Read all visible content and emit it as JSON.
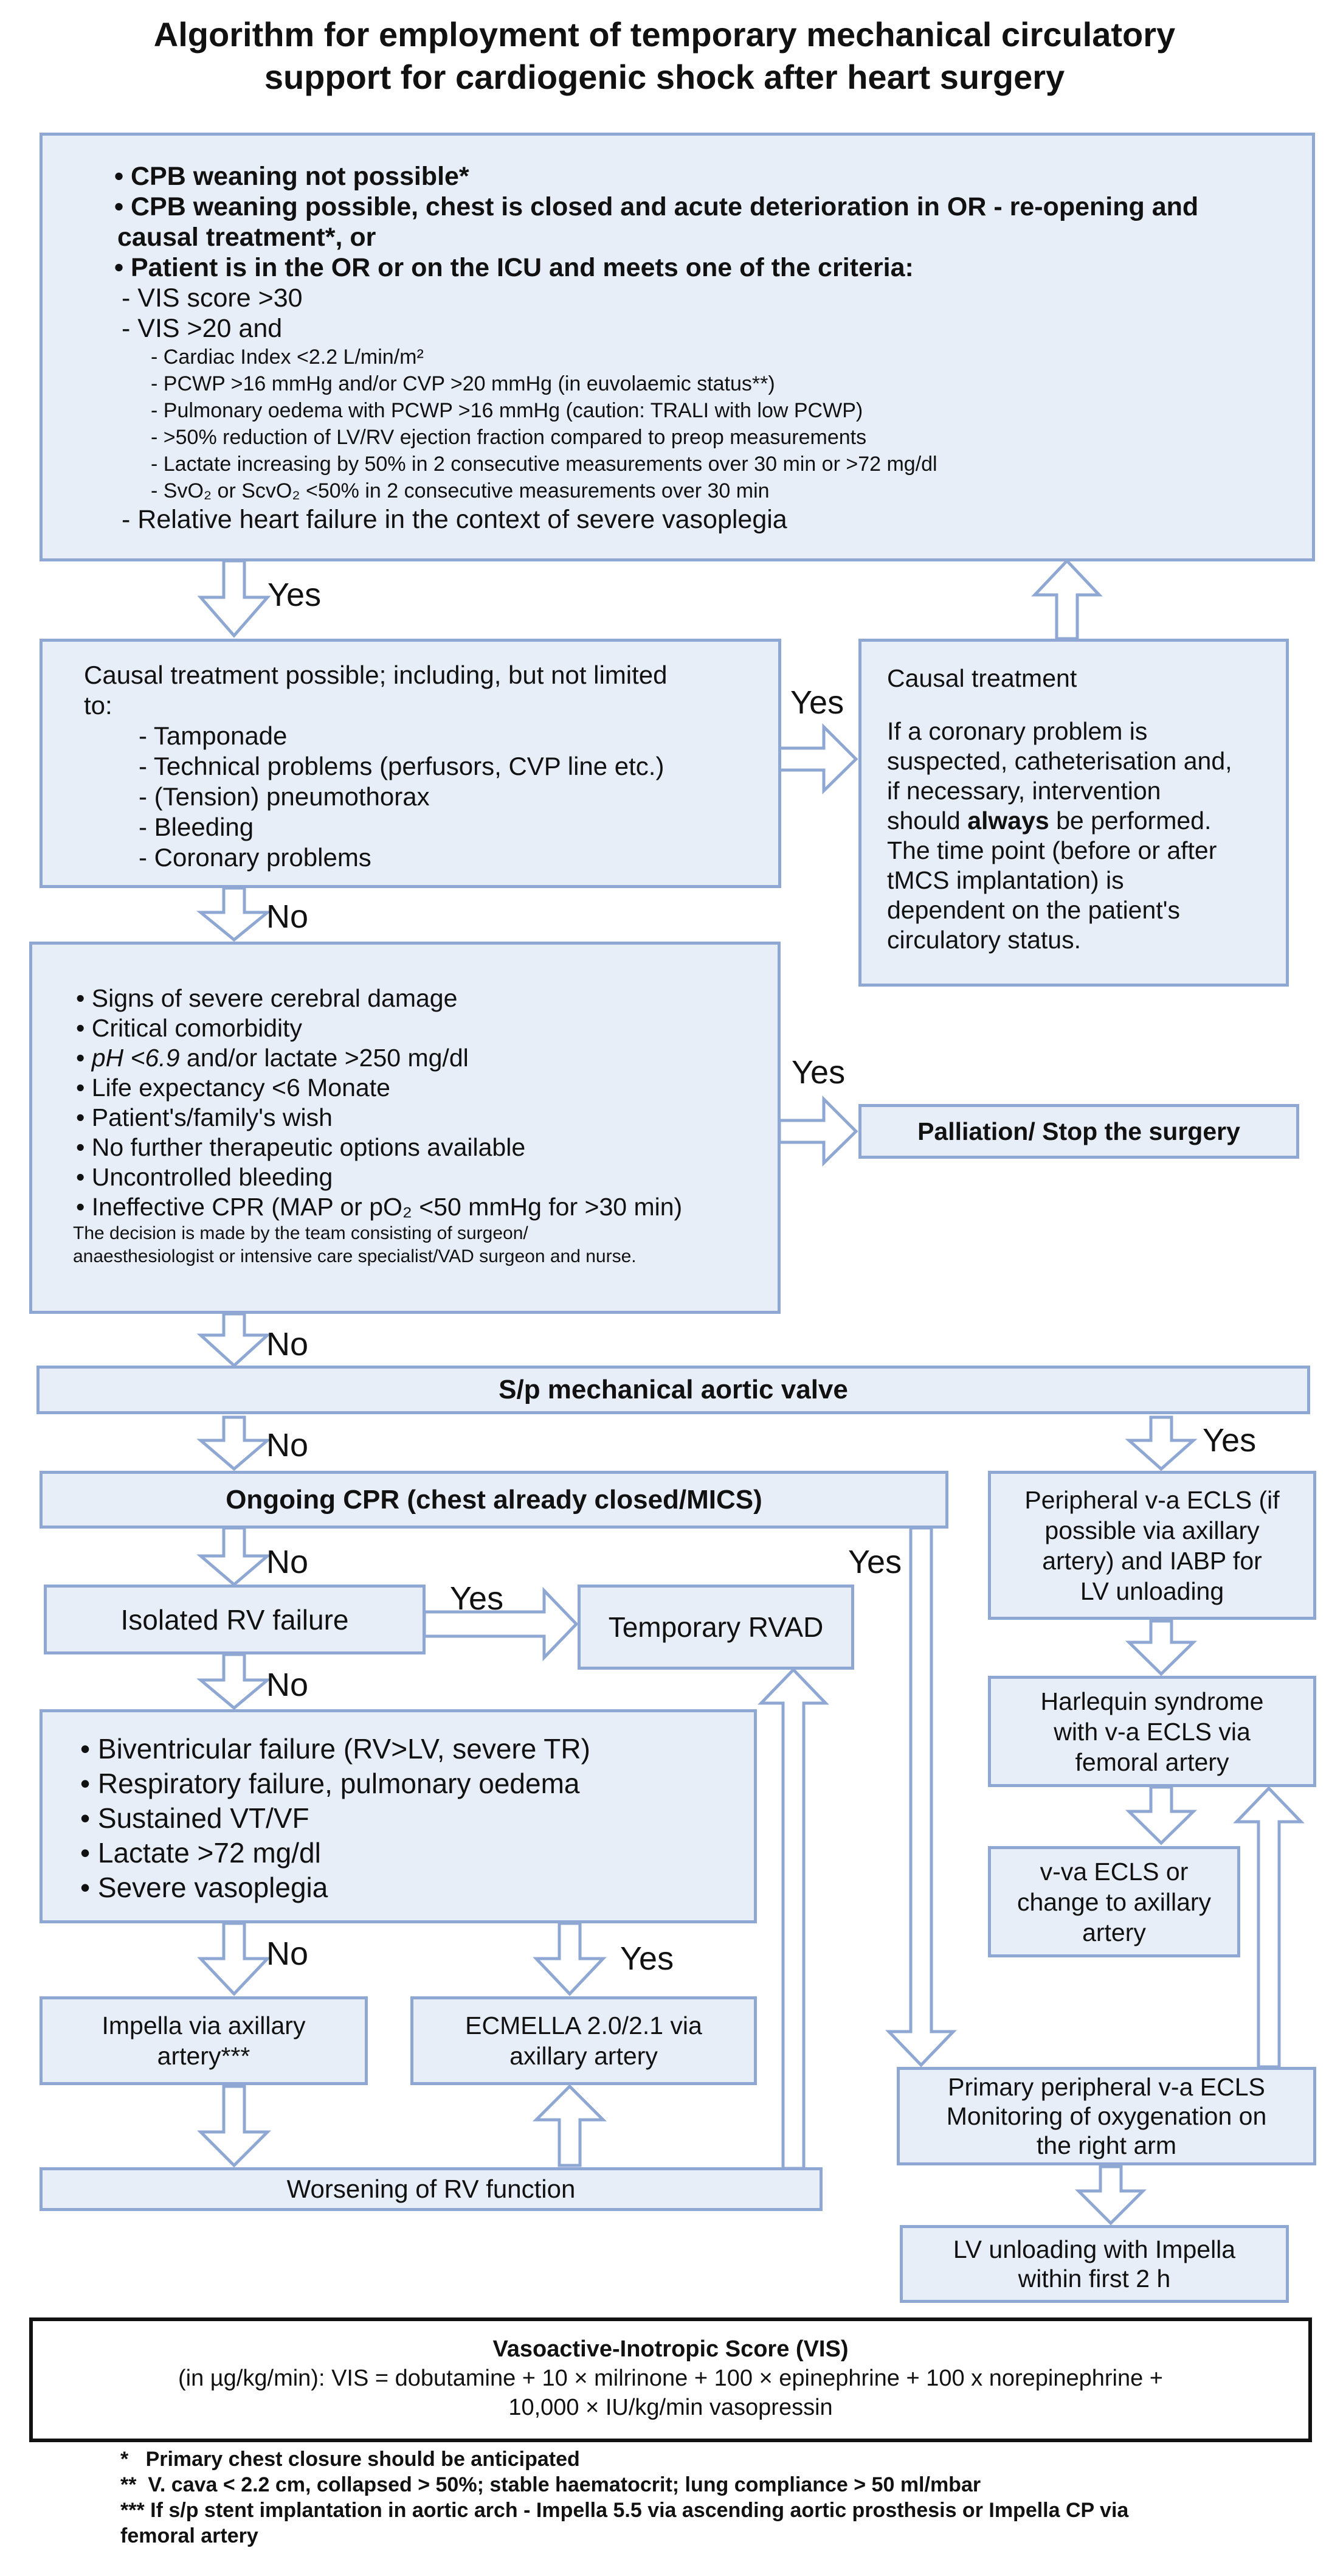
{
  "title": {
    "line1": "Algorithm for employment of temporary mechanical circulatory",
    "line2": "support for cardiogenic shock after heart surgery"
  },
  "criteria": {
    "b1": "• CPB weaning not possible*",
    "b2": "• CPB weaning possible, chest is closed and acute deterioration in OR - re-opening and",
    "b2b": "causal treatment*, or",
    "b3": "• Patient is in the OR or on the ICU and meets one of the criteria:",
    "vis30": "- VIS score >30",
    "vis20": "- VIS >20 and",
    "s1": "- Cardiac Index <2.2 L/min/m²",
    "s2": "- PCWP >16 mmHg and/or CVP >20 mmHg (in euvolaemic status**)",
    "s3": "- Pulmonary oedema with PCWP >16 mmHg (caution: TRALI with low PCWP)",
    "s4": "- >50% reduction  of LV/RV ejection fraction compared to preop measurements",
    "s5": "- Lactate increasing by 50% in 2 consecutive measurements over 30 min or >72 mg/dl",
    "s6": "- SvO₂ or ScvO₂ <50% in 2 consecutive measurements over 30 min",
    "rel": "- Relative heart failure in the context of severe vasoplegia"
  },
  "causal": {
    "l1": "Causal treatment possible; including, but not limited",
    "l2": "to:",
    "items": [
      "- Tamponade",
      "- Technical problems (perfusors, CVP line etc.)",
      "- (Tension) pneumothorax",
      "- Bleeding",
      "- Coronary problems"
    ]
  },
  "causal_treatment": {
    "heading": "Causal treatment",
    "lines": [
      "If a coronary problem is",
      "suspected, catheterisation and,",
      "if necessary, intervention"
    ],
    "should": "should ",
    "always": "always",
    "be_performed": " be performed.",
    "lines2": [
      "The time point (before or after",
      "tMCS implantation) is",
      "dependent on the patient's",
      "circulatory status."
    ]
  },
  "contra": {
    "items": [
      "• Signs of severe cerebral damage",
      "• Critical comorbidity"
    ],
    "ph": "pH <6.9",
    "ph_rest": "  and/or lactate >250 mg/dl",
    "items2": [
      "• Life expectancy <6 Monate",
      "• Patient's/family's wish",
      "• No further  therapeutic options available",
      "• Uncontrolled bleeding"
    ],
    "cpr": "• Ineffective CPR (MAP or pO₂ <50 mmHg for >30 min)",
    "note1": "The decision is made by the team consisting of surgeon/",
    "note2": "anaesthesiologist or intensive care specialist/VAD surgeon and nurse."
  },
  "palliation": "Palliation/ Stop the surgery",
  "aortic": "S/p mechanical aortic valve",
  "cpr_box": "Ongoing CPR (chest already closed/MICS)",
  "peripheral": [
    "Peripheral v-a ECLS (if",
    "possible via axillary",
    "artery) and IABP  for",
    "LV unloading"
  ],
  "harlequin": [
    "Harlequin syndrome",
    "with v-a ECLS via",
    "femoral artery"
  ],
  "vva": [
    "v-va ECLS or",
    "change to axillary",
    "artery"
  ],
  "isolated_rv": "Isolated RV failure",
  "rvad": "Temporary RVAD",
  "bi": [
    "• Biventricular failure  (RV>LV, severe TR)",
    "• Respiratory failure, pulmonary oedema",
    "• Sustained VT/VF",
    "• Lactate >72 mg/dl",
    "• Severe vasoplegia"
  ],
  "impella": [
    "Impella via axillary",
    "artery***"
  ],
  "ecmella": [
    "ECMELLA 2.0/2.1 via",
    "axillary artery"
  ],
  "worsening": "Worsening of  RV function",
  "primary": [
    "Primary peripheral v-a ECLS",
    "Monitoring of oxygenation on",
    "the right arm"
  ],
  "lv_unloading": [
    "LV unloading with Impella",
    "within first 2 h"
  ],
  "labels": {
    "yes": "Yes",
    "no": "No"
  },
  "vis": {
    "title": "Vasoactive-Inotropic Score (VIS)",
    "line1": "(in µg/kg/min): VIS = dobutamine  + 10 × milrinone + 100 × epinephrine + 100 x norepinephrine +",
    "line2": "10,000 × IU/kg/min vasopressin"
  },
  "footnotes": [
    "*   Primary chest closure should be anticipated",
    "**  V. cava < 2.2 cm, collapsed > 50%; stable haematocrit; lung compliance > 50 ml/mbar",
    "*** If s/p stent implantation in aortic arch - Impella 5.5 via ascending aortic prosthesis or Impella CP via",
    "femoral artery"
  ],
  "colors": {
    "box_fill": "#e8eef8",
    "box_border": "#8fa7d3",
    "arrow_fill": "#ffffff"
  }
}
